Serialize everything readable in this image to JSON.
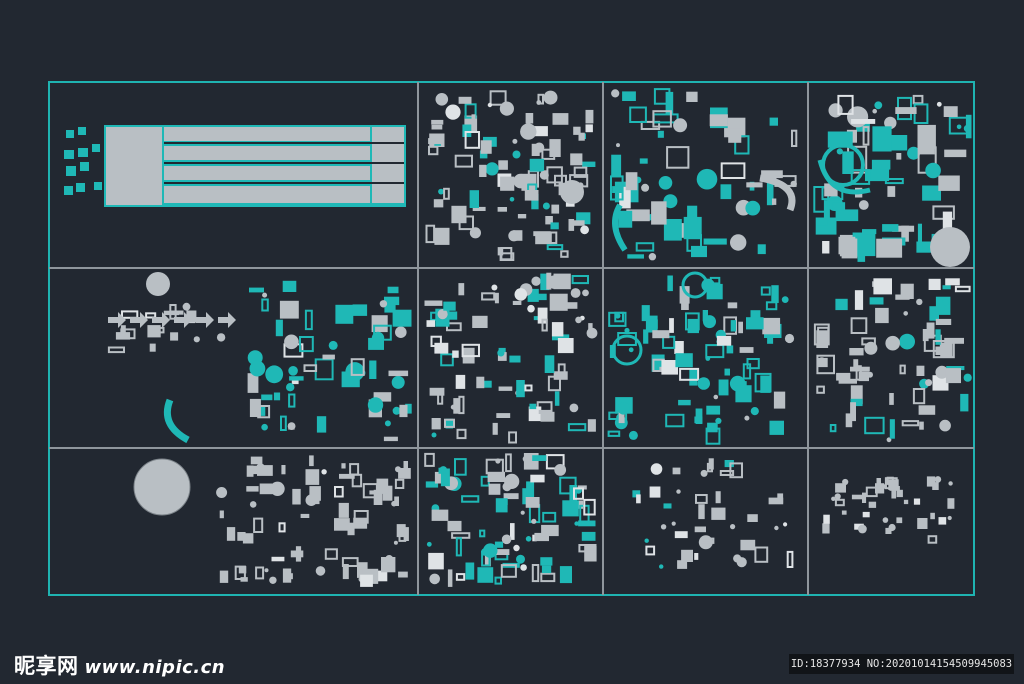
{
  "canvas": {
    "background": "#222831",
    "border_color": "#1fb3b1",
    "grid_color": "#8f969c",
    "symbol_gray": "#b9bfc4",
    "symbol_cyan": "#1fb8b6",
    "symbol_white": "#dfe3e6"
  },
  "grid": {
    "columns": 4,
    "rows": 3
  },
  "watermark": {
    "brand": "昵享网",
    "url": "www.nipic.cn",
    "id_text": "ID:18377934 NO:20201014154509945083"
  }
}
